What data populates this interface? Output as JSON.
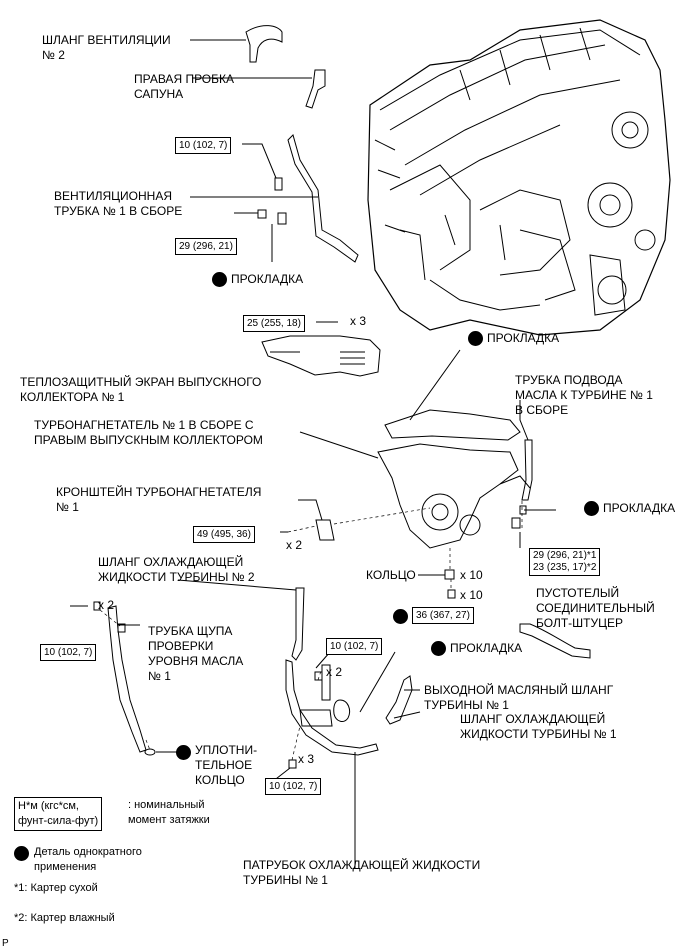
{
  "labels": {
    "vent_hose_2": [
      "ШЛАНГ ВЕНТИЛЯЦИИ",
      "№ 2"
    ],
    "breather_plug": [
      "ПРАВАЯ ПРОБКА",
      "САПУНА"
    ],
    "vent_pipe_1": [
      "ВЕНТИЛЯЦИОННАЯ",
      "ТРУБКА № 1 В СБОРЕ"
    ],
    "gasket_1": "ПРОКЛАДКА",
    "heat_shield": [
      "ТЕПЛОЗАЩИТНЫЙ ЭКРАН ВЫПУСКНОГО",
      "КОЛЛЕКТОРА № 1"
    ],
    "gasket_2": "ПРОКЛАДКА",
    "oil_inlet_pipe": [
      "ТРУБКА ПОДВОДА",
      "МАСЛА К ТУРБИНЕ № 1",
      "В СБОРЕ"
    ],
    "turbo_assy": [
      "ТУРБОНАГНЕТАТЕЛЬ № 1 В СБОРЕ С",
      "ПРАВЫМ ВЫПУСКНЫМ КОЛЛЕКТОРОМ"
    ],
    "turbo_bracket": [
      "КРОНШТЕЙН ТУРБОНАГНЕТАТЕЛЯ",
      "№ 1"
    ],
    "gasket_3": "ПРОКЛАДКА",
    "coolant_hose_2": [
      "ШЛАНГ ОХЛАЖДАЮЩЕЙ",
      "ЖИДКОСТИ ТУРБИНЫ № 2"
    ],
    "ring": "КОЛЬЦО",
    "ring_qty": "x 10",
    "nut_qty": "x 10",
    "union_bolt": [
      "ПУСТОТЕЛЫЙ",
      "СОЕДИНИТЕЛЬНЫЙ",
      "БОЛТ-ШТУЦЕР"
    ],
    "dipstick_tube": [
      "ТРУБКА ЩУПА",
      "ПРОВЕРКИ",
      "УРОВНЯ МАСЛА",
      "№ 1"
    ],
    "gasket_4": "ПРОКЛАДКА",
    "oil_outlet_hose": [
      "ВЫХОДНОЙ МАСЛЯНЫЙ ШЛАНГ",
      "ТУРБИНЫ № 1"
    ],
    "coolant_hose_1": [
      "ШЛАНГ ОХЛАЖДАЮЩЕЙ",
      "ЖИДКОСТИ ТУРБИНЫ № 1"
    ],
    "o_ring": [
      "УПЛОТНИ-",
      "ТЕЛЬНОЕ",
      "КОЛЬЦО"
    ],
    "coolant_pipe": [
      "ПАТРУБОК ОХЛАЖДАЮЩЕЙ ЖИДКОСТИ",
      "ТУРБИНЫ № 1"
    ]
  },
  "torques": {
    "t_vent_bolt": "10 (102, 7)",
    "t_vent_union": "29 (296, 21)",
    "t_shield": "25 (255, 18)",
    "t_bracket": "49 (495, 36)",
    "t_union_1": "29 (296, 21)*1",
    "t_union_2": "23 (235, 17)*2",
    "t_nut": "36 (367, 27)",
    "t_dipstick": "10 (102, 7)",
    "t_coolant_top": "10 (102, 7)",
    "t_coolant_bottom": "10 (102, 7)"
  },
  "qty": {
    "shield_qty": "x 3",
    "bracket_qty": "x 2",
    "dipstick_qty": "x 2",
    "coolant_top_qty": "x 2",
    "coolant_bottom_qty": "x 3"
  },
  "legend": {
    "torque_box": [
      "Н*м (кгс*см,",
      "фунт-сила-фут)"
    ],
    "torque_desc": [
      ": номинальный",
      "момент затяжки"
    ],
    "nonreuse": [
      "Деталь однократного",
      "применения"
    ],
    "note1": "*1: Картер сухой",
    "note2": "*2: Картер влажный"
  },
  "corner_mark": "P"
}
